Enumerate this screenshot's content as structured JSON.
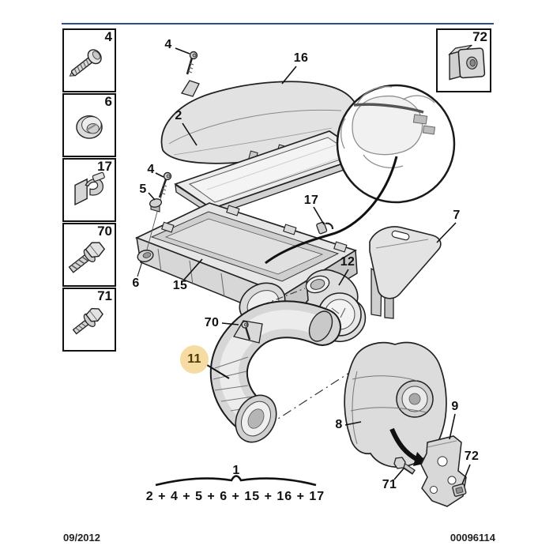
{
  "page": {
    "doc_date": "09/2012",
    "doc_number": "00096114"
  },
  "colors": {
    "accent_rule": "#2e4f8e",
    "highlight_fill": "#f6dca2",
    "highlight_text": "#4c3b00",
    "line": "#1a1a1a"
  },
  "sidebar": {
    "items": [
      {
        "label": "4",
        "icon": "screw-icon"
      },
      {
        "label": "6",
        "icon": "grommet-icon"
      },
      {
        "label": "17",
        "icon": "spring-clip-icon"
      },
      {
        "label": "70",
        "icon": "hex-bolt-icon"
      },
      {
        "label": "71",
        "icon": "flange-bolt-icon"
      }
    ]
  },
  "legend_box": {
    "label": "72",
    "icon": "cage-nut-icon"
  },
  "callouts": {
    "c4a": {
      "label": "4"
    },
    "c16": {
      "label": "16"
    },
    "c2": {
      "label": "2"
    },
    "c4b": {
      "label": "4"
    },
    "c5": {
      "label": "5"
    },
    "c17": {
      "label": "17"
    },
    "c6": {
      "label": "6"
    },
    "c15": {
      "label": "15"
    },
    "c12": {
      "label": "12"
    },
    "c7": {
      "label": "7"
    },
    "c70": {
      "label": "70"
    },
    "c11": {
      "label": "11",
      "highlighted": true
    },
    "c8": {
      "label": "8"
    },
    "c9": {
      "label": "9"
    },
    "c71": {
      "label": "71"
    },
    "c72": {
      "label": "72"
    }
  },
  "kit": {
    "label": "1",
    "formula": "2 + 4 + 5 + 6 + 15 + 16 + 17"
  }
}
